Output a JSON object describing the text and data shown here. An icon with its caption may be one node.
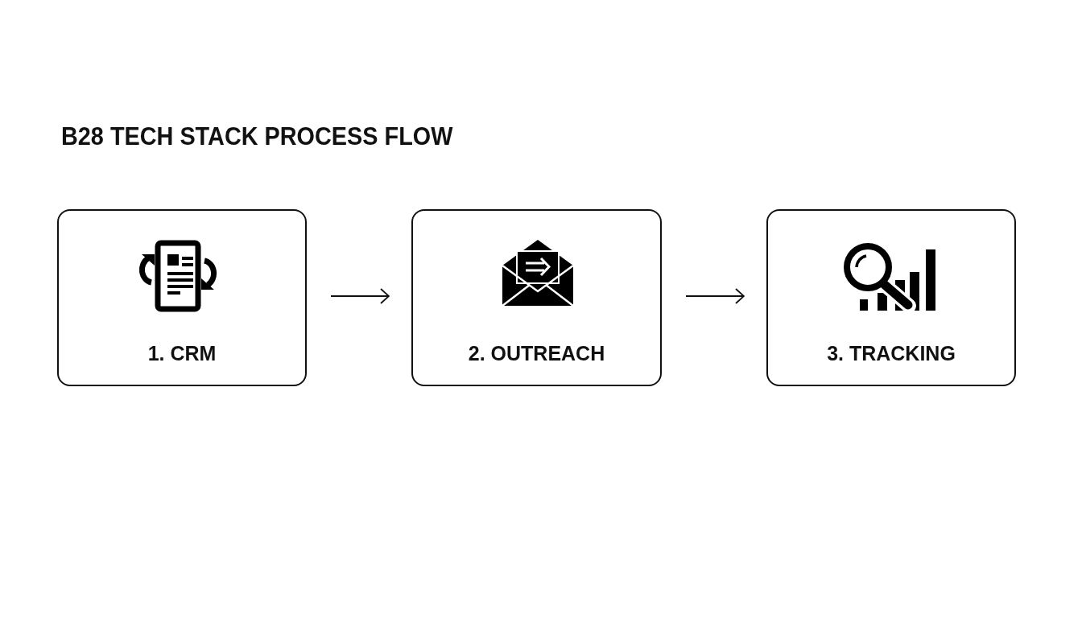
{
  "diagram": {
    "title": "B28 TECH STACK PROCESS FLOW",
    "nodes": [
      {
        "text": [
          "1. CRM"
        ]
      },
      {
        "text": [
          "2. OUTREACH"
        ]
      },
      {
        "text": [
          "3. TRACKING"
        ]
      }
    ],
    "edges": [
      {
        "from": 0,
        "to": 1,
        "arrow": "to"
      },
      {
        "from": 1,
        "to": 2,
        "arrow": "to"
      }
    ]
  }
}
